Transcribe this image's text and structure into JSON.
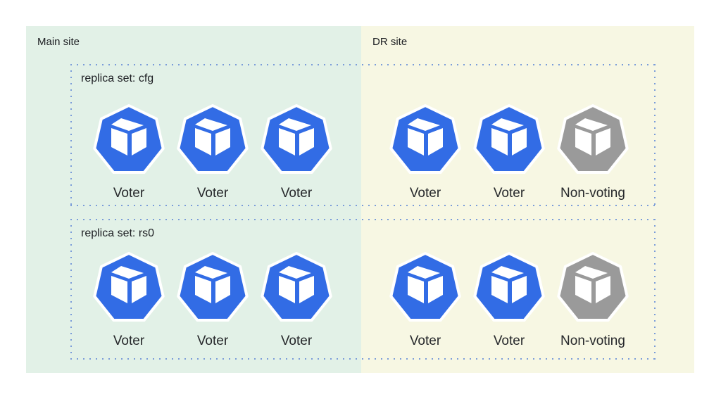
{
  "sites": {
    "main": {
      "label": "Main site"
    },
    "dr": {
      "label": "DR site"
    }
  },
  "replica_sets": [
    {
      "label": "replica set: cfg",
      "main_nodes": [
        {
          "label": "Voter",
          "type": "voter",
          "crossed_out": true
        },
        {
          "label": "Voter",
          "type": "voter",
          "crossed_out": true
        },
        {
          "label": "Voter",
          "type": "voter",
          "crossed_out": true
        }
      ],
      "dr_nodes": [
        {
          "label": "Voter",
          "type": "voter",
          "crossed_out": false
        },
        {
          "label": "Voter",
          "type": "voter",
          "crossed_out": false
        },
        {
          "label": "Non-voting",
          "type": "non-voting",
          "crossed_out": false
        }
      ]
    },
    {
      "label": "replica set: rs0",
      "main_nodes": [
        {
          "label": "Voter",
          "type": "voter",
          "crossed_out": true
        },
        {
          "label": "Voter",
          "type": "voter",
          "crossed_out": true
        },
        {
          "label": "Voter",
          "type": "voter",
          "crossed_out": true
        }
      ],
      "dr_nodes": [
        {
          "label": "Voter",
          "type": "voter",
          "crossed_out": false
        },
        {
          "label": "Voter",
          "type": "voter",
          "crossed_out": false
        },
        {
          "label": "Non-voting",
          "type": "non-voting",
          "crossed_out": false
        }
      ]
    }
  ],
  "icons": {
    "node": "heptagon-cube-icon",
    "failure": "red-x-icon"
  },
  "colors": {
    "canvas_bg": "#ffffff",
    "main_site_bg": "#e2f1e7",
    "dr_site_bg": "#f7f7e3",
    "voter_node": "#326ce5",
    "non_voting_node": "#9a9a9a",
    "cube": "#ffffff",
    "node_outline": "#ffffff",
    "failure_cross": "#bf343e",
    "replica_box_border": "#7a9cd9",
    "text": "#212327"
  }
}
